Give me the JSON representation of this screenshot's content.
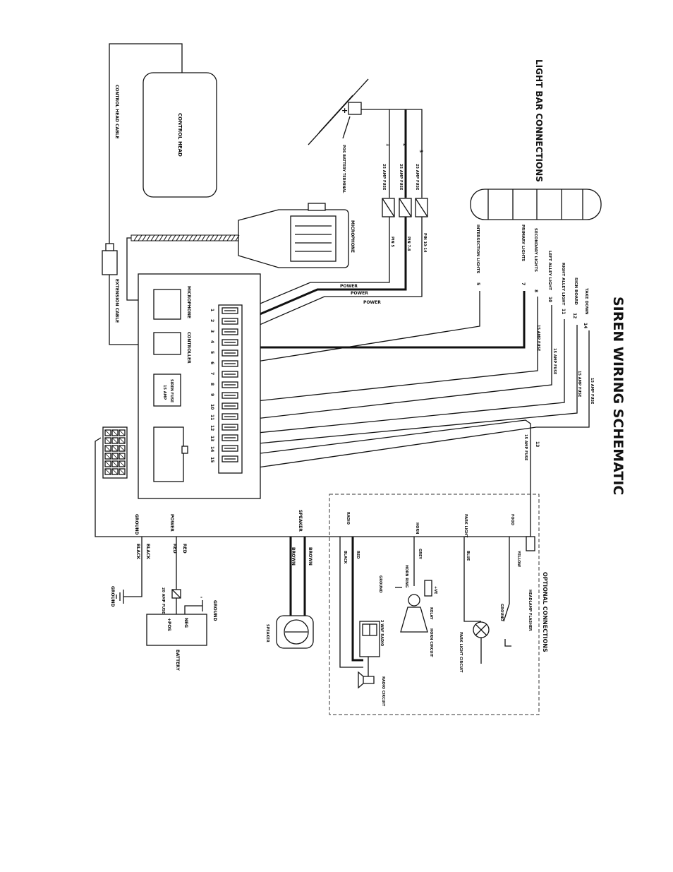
{
  "title": "SIREN WIRING SCHEMATIC",
  "lightbar": {
    "heading": "LIGHT BAR CONNECTIONS",
    "outputs": [
      {
        "label": "TAKE DOWN",
        "pin": "14"
      },
      {
        "label": "SIGN BOARD",
        "pin": "12"
      },
      {
        "label": "RIGHT ALLEY LIGHT",
        "pin": "11"
      },
      {
        "label": "LEFT ALLEY LIGHT",
        "pin": "10"
      },
      {
        "label": "SECONDARY LIGHTS",
        "pin": "8"
      },
      {
        "label": "PRIMARY LIGHTS",
        "pin": "7"
      },
      {
        "label": "INTERSECTION LIGHTS",
        "pin": "5"
      }
    ],
    "fuse_label": "15 AMP FUSE"
  },
  "power": {
    "wires": [
      "1",
      "2",
      "3"
    ],
    "fuses": [
      "25 AMP FUSE",
      "25 AMP FUSE",
      "25 AMP FUSE"
    ],
    "pins": [
      "PIN 5",
      "PIN 7-8",
      "PIN 10-14"
    ],
    "battery_label": "POS BATTERY TERMINAL",
    "plus": "+",
    "lines": [
      "POWER",
      "POWER",
      "POWER"
    ]
  },
  "control": {
    "head": "CONTROL HEAD",
    "head_cable": "CONTROL HEAD CABLE",
    "extension_cable": "EXTENSION CABLE",
    "microphone": "MICROPHONE"
  },
  "box": {
    "mic_label": "MICROPHONE",
    "controller_label": "CONTROLLER",
    "siren_fuse_label": "SIREN FUSE",
    "siren_fuse_value": "15 AMP",
    "terminals": [
      "1",
      "2",
      "3",
      "4",
      "5",
      "6",
      "7",
      "8",
      "9",
      "10",
      "11",
      "12",
      "13",
      "14",
      "15"
    ]
  },
  "pin13": {
    "pin": "13",
    "fuse": "15 AMP FUSE"
  },
  "left": {
    "ground": "GROUND",
    "black1": "BLACK",
    "black2": "BLACK",
    "power": "POWER",
    "red1": "RED",
    "red2": "RED",
    "fuse": "20 AMP FUSE",
    "speaker": "SPEAKER",
    "brown1": "BROWN",
    "brown2": "BROWN",
    "speaker_device": "SPEAKER",
    "battery": "BATTERY",
    "neg": "NEG",
    "pos": "+POS",
    "ground_a": "GROUND",
    "ground_b": "GROUND",
    "minus": "-"
  },
  "optional": {
    "heading": "OPTIONAL CONNECTIONS",
    "flasher_label": "HEADLAMP FLASHER",
    "hl_flash": "FOOD",
    "yellow": "YELLOW",
    "park": "PARK LIGHT",
    "blue": "BLUE",
    "park_circuit": "PARK LIGHT CIRCUIT",
    "horn": "HORN",
    "grey": "GREY",
    "horn_ring": "HORN RING",
    "horn_ground": "GROUND",
    "relay": "RELAY",
    "v12": "+VE",
    "horn_circuit": "HORN CIRCUIT",
    "radio": "RADIO",
    "red": "RED",
    "black": "BLACK",
    "two_way": "2 WAY RADIO",
    "radio_circuit": "RADIO CIRCUIT",
    "ground": "GROUND"
  }
}
